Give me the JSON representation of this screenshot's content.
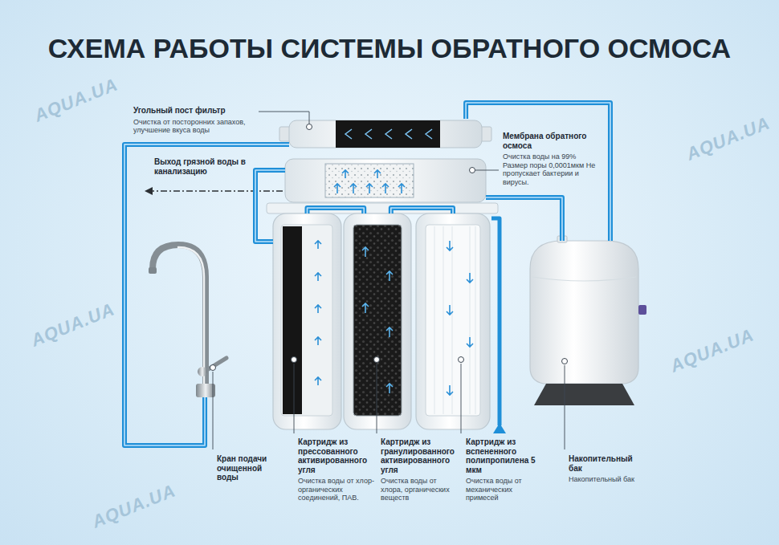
{
  "diagram": {
    "title": "СХЕМА РАБОТЫ СИСТЕМЫ ОБРАТНОГО ОСМОСА",
    "nodes": [
      {
        "text": [
          "Угольный пост фильтр",
          "Очистка от посторонних запахов, улучшение вкуса воды"
        ]
      },
      {
        "text": [
          "Мембрана обратного осмоса",
          "Очистка воды на 99% Размер поры 0,0001мкм Не пропускает бактерии и вирусы."
        ]
      },
      {
        "text": [
          "Кран подачи очищенной воды"
        ]
      },
      {
        "text": [
          "Картридж из прессованного активированного угля",
          "Очистка воды от хлор-органических соединений, ПАВ."
        ]
      },
      {
        "text": [
          "Картридж из гранулированного активированного угля",
          "Очистка воды от хлора, органических веществ"
        ]
      },
      {
        "text": [
          "Картридж из вспененного полипропилена 5 мкм",
          "Очистка воды от механических примесей"
        ]
      },
      {
        "text": [
          "Накопительный бак",
          "Накопительный бак"
        ]
      }
    ],
    "edges": [
      {
        "from": 5,
        "to": 4,
        "arrow": "none"
      },
      {
        "from": 4,
        "to": 3,
        "arrow": "none"
      },
      {
        "from": 3,
        "to": 1,
        "arrow": "none"
      },
      {
        "from": 1,
        "to": 6,
        "arrow": "none"
      },
      {
        "from": 6,
        "to": 0,
        "arrow": "none"
      },
      {
        "from": 0,
        "to": 2,
        "arrow": "none"
      }
    ],
    "labels": [
      "Выход грязной воды в канализацию",
      "AQUA.UA",
      "AQUA.UA",
      "AQUA.UA",
      "AQUA.UA",
      "AQUA.UA"
    ]
  }
}
